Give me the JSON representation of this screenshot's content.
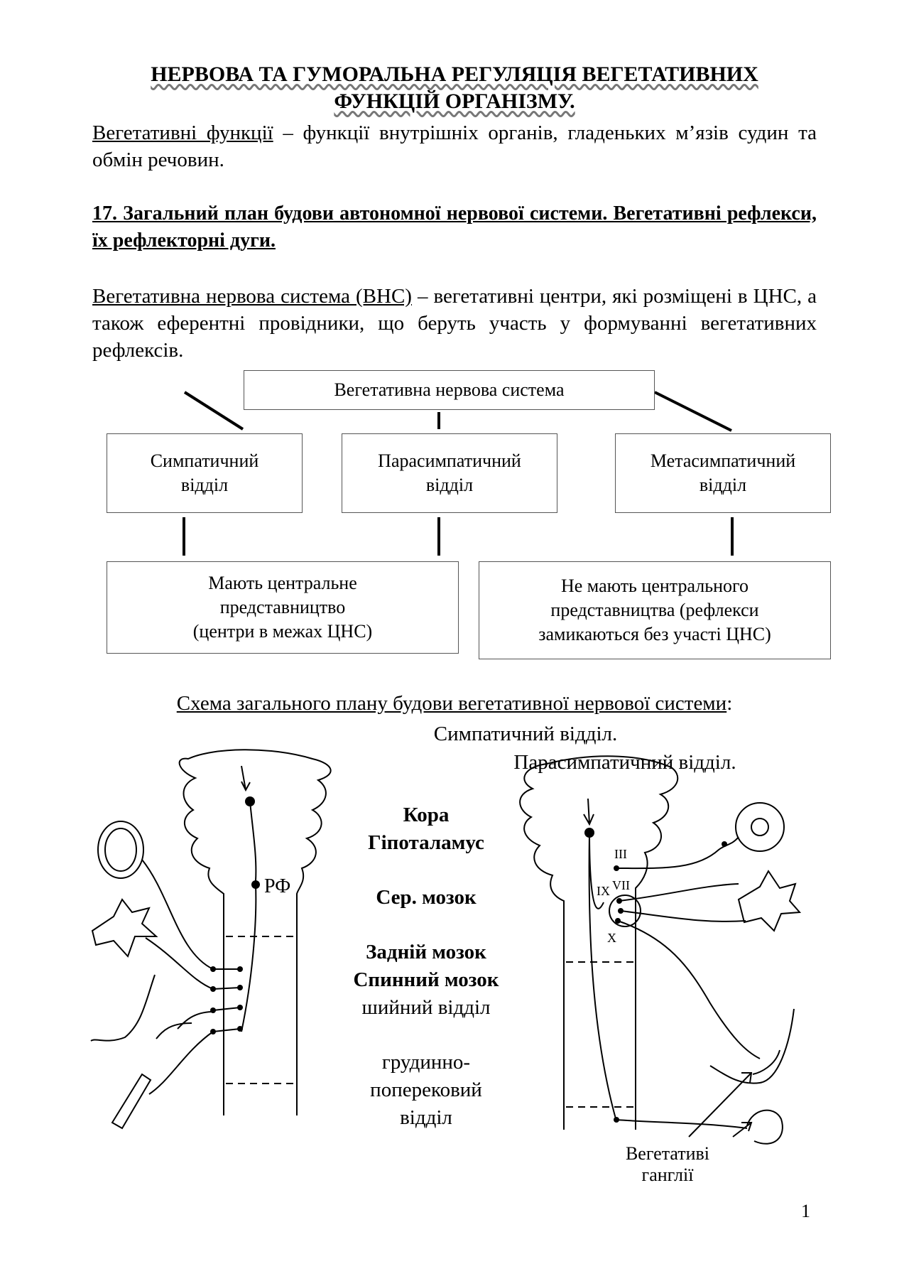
{
  "doc": {
    "title_line1": "НЕРВОВА ТА ГУМОРАЛЬНА РЕГУЛЯЦІЯ ВЕГЕТАТИВНИХ",
    "title_line2": "ФУНКЦІЙ ОРГАНІЗМУ.",
    "def1_term": "Вегетативні функції",
    "def1_text": " – функції внутрішніх органів, гладеньких м’язів судин та обмін речовин.",
    "section_heading": "17. Загальний план будови автономної нервової системи. Вегетативні рефлекси, їх рефлекторні дуги.",
    "def2_term": "Вегетативна нервова система (ВНС)",
    "def2_text": " – вегетативні центри, які розміщені в ЦНС, а також еферентні провідники, що беруть участь у формуванні вегетативних рефлексів."
  },
  "tree": {
    "root": "Вегетативна нервова система",
    "sympathetic": [
      "Симпатичний",
      "відділ"
    ],
    "parasympathetic": [
      "Парасимпатичний",
      "відділ"
    ],
    "metasympathetic": [
      "Метасимпатичний",
      "відділ"
    ],
    "central": [
      "Мають центральне",
      "представництво",
      "(центри в межах ЦНС)"
    ],
    "noncentral": [
      "Не мають центрального",
      "представництва (рефлекси",
      "замикаються без участі ЦНС)"
    ]
  },
  "schema": {
    "title": "Схема загального плану будови вегетативної нервової системи",
    "title_colon": ":",
    "sympathetic_label": "Симпатичний відділ.",
    "parasympathetic_label": "Парасимпатичний відділ.",
    "levels": {
      "cortex": "Кора",
      "hypothalamus": "Гіпоталамус",
      "midbrain": "Сер. мозок",
      "hindbrain": "Задній мозок",
      "spinal": "Спинний мозок",
      "cervical": "шийний відділ",
      "thoracolumbar": [
        "грудинно-",
        "поперековий",
        "відділ"
      ]
    },
    "rf_label": "РФ",
    "nerves": [
      "III",
      "VII",
      "IX",
      "X"
    ],
    "ganglia_label": [
      "Вегетативі",
      "ганглії"
    ]
  },
  "page_number": "1"
}
